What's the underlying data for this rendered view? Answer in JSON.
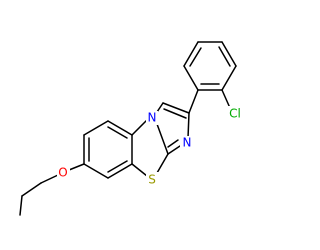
{
  "molecule": {
    "atoms": {
      "N1": {
        "label": "N",
        "color": "#0000ff"
      },
      "N2": {
        "label": "N",
        "color": "#0000ff"
      },
      "S": {
        "label": "S",
        "color": "#999900"
      },
      "Cl": {
        "label": "Cl",
        "color": "#00aa00"
      },
      "O": {
        "label": "O",
        "color": "#ff0000"
      }
    }
  }
}
